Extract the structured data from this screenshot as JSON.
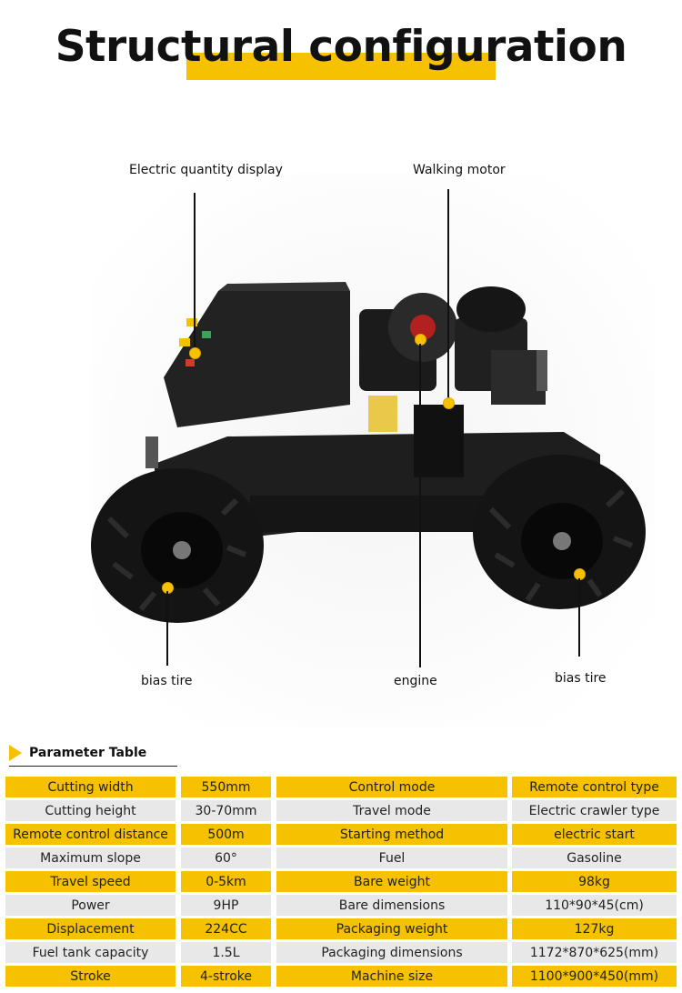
{
  "header": {
    "title": "Structural configuration"
  },
  "callouts": {
    "electric_quantity_display": "Electric quantity display",
    "walking_motor": "Walking motor",
    "bias_tire_left": "bias tire",
    "engine": "engine",
    "bias_tire_right": "bias tire"
  },
  "parameter_section": {
    "title": "Parameter Table"
  },
  "colors": {
    "accent": "#f6c200",
    "row_alt": "#e8e8e8",
    "text": "#111111"
  },
  "parameter_rows": [
    {
      "label_left": "Cutting width",
      "value_left": "550mm",
      "label_right": "Control mode",
      "value_right": "Remote control type"
    },
    {
      "label_left": "Cutting height",
      "value_left": "30-70mm",
      "label_right": "Travel mode",
      "value_right": "Electric crawler type"
    },
    {
      "label_left": "Remote control distance",
      "value_left": "500m",
      "label_right": "Starting method",
      "value_right": "electric start"
    },
    {
      "label_left": "Maximum slope",
      "value_left": "60°",
      "label_right": "Fuel",
      "value_right": "Gasoline"
    },
    {
      "label_left": "Travel speed",
      "value_left": "0-5km",
      "label_right": "Bare weight",
      "value_right": "98kg"
    },
    {
      "label_left": "Power",
      "value_left": "9HP",
      "label_right": "Bare dimensions",
      "value_right": "110*90*45(cm)"
    },
    {
      "label_left": "Displacement",
      "value_left": "224CC",
      "label_right": "Packaging weight",
      "value_right": "127kg"
    },
    {
      "label_left": "Fuel tank capacity",
      "value_left": "1.5L",
      "label_right": "Packaging dimensions",
      "value_right": "1172*870*625(mm)"
    },
    {
      "label_left": "Stroke",
      "value_left": "4-stroke",
      "label_right": "Machine size",
      "value_right": "1100*900*450(mm)"
    }
  ]
}
